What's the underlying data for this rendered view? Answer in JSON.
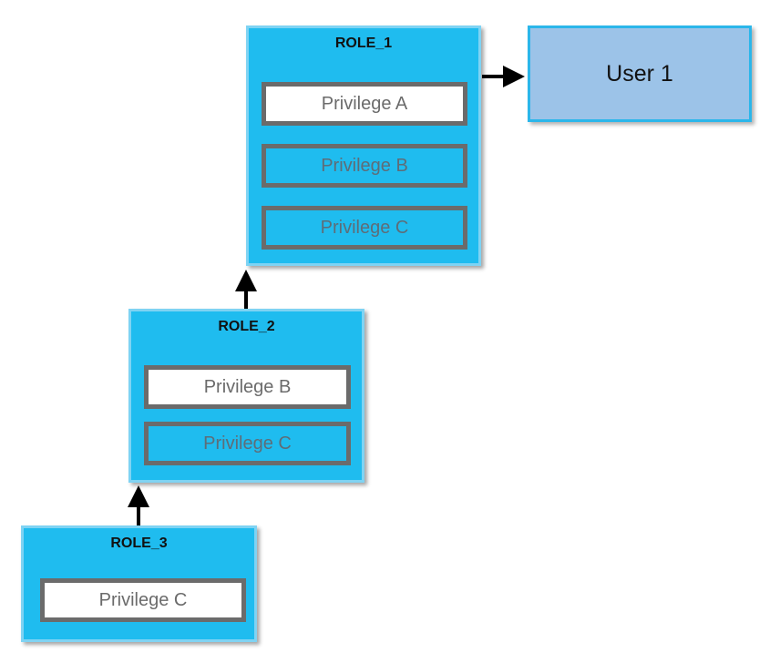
{
  "roles": [
    {
      "name": "ROLE_1",
      "privileges": [
        {
          "label": "Privilege A",
          "state": "own"
        },
        {
          "label": "Privilege B",
          "state": "inherited"
        },
        {
          "label": "Privilege C",
          "state": "inherited"
        }
      ]
    },
    {
      "name": "ROLE_2",
      "privileges": [
        {
          "label": "Privilege B",
          "state": "own"
        },
        {
          "label": "Privilege C",
          "state": "inherited"
        }
      ]
    },
    {
      "name": "ROLE_3",
      "privileges": [
        {
          "label": "Privilege C",
          "state": "own"
        }
      ]
    }
  ],
  "user": {
    "label": "User 1"
  },
  "colors": {
    "role_fill": "#1fbcef",
    "role_border": "#7fd3f3",
    "user_fill": "#9cc3e8",
    "privilege_border": "#6b6b6b",
    "own_privilege_fill": "#ffffff",
    "arrow": "#000000"
  }
}
